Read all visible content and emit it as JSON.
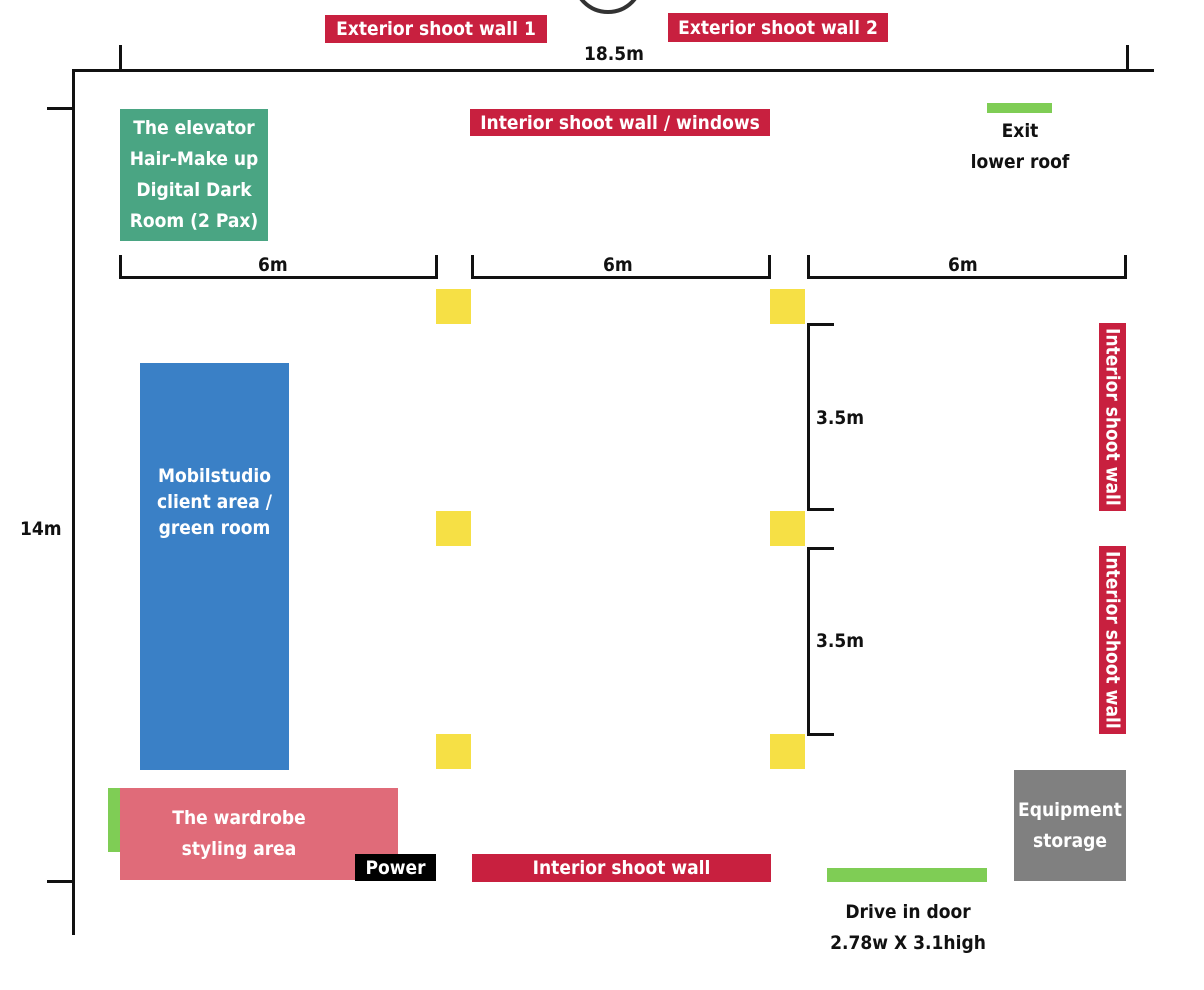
{
  "labels": {
    "ext_wall_1": "Exterior shoot wall 1",
    "ext_wall_2": "Exterior shoot wall 2",
    "width_total": "18.5m",
    "height_total": "14m",
    "interior_windows": "Interior shoot wall / windows",
    "elevator_area": "The elevator\nHair-Make up\nDigital Dark\nRoom (2 Pax)",
    "exit": "Exit\nlower roof",
    "bay_1_width": "6m",
    "bay_2_width": "6m",
    "bay_3_width": "6m",
    "bay_upper_depth": "3.5m",
    "bay_lower_depth": "3.5m",
    "interior_right_1": "Interior shoot wall",
    "interior_right_2": "Interior shoot wall",
    "client_area": "Mobilstudio\nclient area /\ngreen room",
    "wardrobe": "The wardrobe\nstyling area",
    "power": "Power",
    "interior_bottom": "Interior shoot wall",
    "equipment": "Equipment\nstorage",
    "drive_door": "Drive in door\n2.78w X 3.1high"
  },
  "colors": {
    "shoot_wall": "#c8203f",
    "elevator_area": "#4aa583",
    "client_area": "#3a80c6",
    "wardrobe": "#e06b79",
    "pillar": "#f6e045",
    "door": "#7fcd55",
    "equipment": "#808080",
    "power": "#000000"
  }
}
